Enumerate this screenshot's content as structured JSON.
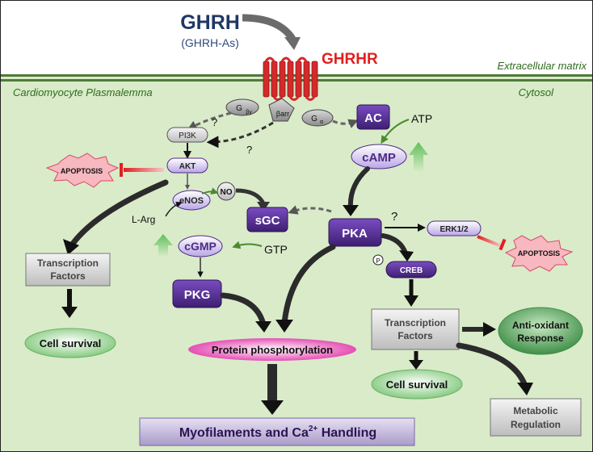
{
  "ligand": {
    "name": "GHRH",
    "analogs": "(GHRH-As)"
  },
  "receptor": {
    "name": "GHRHR"
  },
  "membrane": {
    "extracellular_label": "Extracellular matrix",
    "plasmalemma_label": "Cardiomyocyte Plasmalemma",
    "cytosol_label": "Cytosol"
  },
  "g_proteins": {
    "gby": "G",
    "gby_sub": "βγ",
    "barr": "βarr",
    "ga": "G",
    "ga_sub": "α"
  },
  "left_pathway": {
    "pi3k": "PI3K",
    "akt": "AKT",
    "enos": "eNOS",
    "no": "NO",
    "l_arg": "L-Arg",
    "apoptosis": "APOPTOSIS",
    "transcription": [
      "Transcription",
      "Factors"
    ],
    "cell_survival": "Cell survival",
    "question_1": "?",
    "question_2": "?"
  },
  "middle_pathway": {
    "sgc": "sGC",
    "gtp": "GTP",
    "cgmp": "cGMP",
    "pkg": "PKG",
    "protein_phosphorylation": "Protein phosphorylation",
    "myofilaments": "Myofilaments and Ca",
    "myofilaments_sup": "2+",
    "myofilaments_tail": " Handling"
  },
  "right_pathway": {
    "ac": "AC",
    "atp": "ATP",
    "camp": "cAMP",
    "pka": "PKA",
    "question": "?",
    "erk": "ERK1/2",
    "apoptosis": "APOPTOSIS",
    "p": "P",
    "creb": "CREB",
    "transcription": [
      "Transcription",
      "Factors"
    ],
    "cell_survival": "Cell survival",
    "antioxidant": [
      "Anti-oxidant",
      "Response"
    ],
    "metabolic": [
      "Metabolic",
      "Regulation"
    ]
  },
  "colors": {
    "cytosol": "#d9ebc9",
    "membrane": "#4f7a38",
    "receptor": "#d42a2a",
    "kinase": "#4e2a84",
    "ligand": "#1f3864",
    "apoptosis": "#f7b8c0",
    "phospho": "#e83fb0",
    "survival": "#8fcf86"
  }
}
